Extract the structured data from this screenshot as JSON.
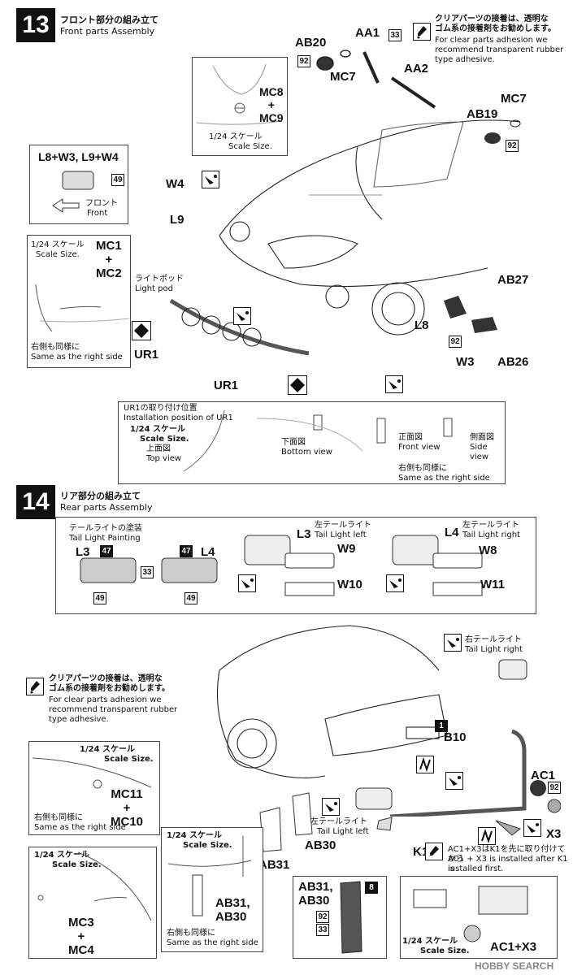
{
  "step13": {
    "number": "13",
    "title_jp": "フロント部分の組み立て",
    "title_en": "Front parts Assembly",
    "clear_note": {
      "jp": [
        "クリアパーツの接着は、透明な",
        "ゴム系の接着剤をお勧めします。"
      ],
      "en": [
        "For clear parts adhesion we",
        "recommend transparent rubber",
        "type adhesive."
      ]
    },
    "parts": {
      "ab20": "AB20",
      "aa1": "AA1",
      "aa2": "AA2",
      "mc7_a": "MC7",
      "mc7_b": "MC7",
      "ab19": "AB19",
      "w4": "W4",
      "l9": "L9",
      "l8": "L8",
      "w3": "W3",
      "ab27": "AB27",
      "ab26": "AB26",
      "ur1_a": "UR1",
      "ur1_b": "UR1"
    },
    "badges": {
      "b92_a": "92",
      "b33": "33",
      "b92_b": "92",
      "b49": "49",
      "b92_c": "92"
    },
    "mc8_box": {
      "line1": "MC8",
      "plus": "+",
      "line2": "MC9",
      "scale_jp": "1/24 スケール",
      "scale_en": "Scale Size."
    },
    "l8w3_box": {
      "title": "L8+W3, L9+W4",
      "front_jp": "フロント",
      "front_en": "Front"
    },
    "mc1_box": {
      "scale_jp": "1/24 スケール",
      "scale_en": "Scale Size.",
      "line1": "MC1",
      "plus": "+",
      "line2": "MC2",
      "note_jp": "右側も同様に",
      "note_en": "Same as the right side"
    },
    "light_pod": {
      "jp": "ライトポッド",
      "en": "Light pod"
    },
    "ur1_box": {
      "title_jp": "UR1の取り付け位置",
      "title_en": "Installation position of UR1",
      "scale_jp": "1/24 スケール",
      "scale_en": "Scale Size.",
      "top_jp": "上面図",
      "top_en": "Top view",
      "bottom_jp": "下面図",
      "bottom_en": "Bottom view",
      "front_jp": "正面図",
      "front_en": "Front view",
      "side_jp": "側面図",
      "side_en": "Side view",
      "same_jp": "右側も同様に",
      "same_en": "Same as the right side"
    }
  },
  "step14": {
    "number": "14",
    "title_jp": "リア部分の組み立て",
    "title_en": "Rear parts Assembly",
    "tail_painting": {
      "jp": "テールライトの塗装",
      "en": "Tail Light Painting",
      "l3": "L3",
      "l4": "L4",
      "b47_a": "47",
      "b47_b": "47",
      "b33": "33",
      "b49_a": "49",
      "b49_b": "49"
    },
    "tail_left": {
      "part": "L3",
      "jp": "左テールライト",
      "en": "Tail Light  left",
      "w_a": "W9",
      "w_b": "W10"
    },
    "tail_right": {
      "part": "L4",
      "jp": "左テールライト",
      "en": "Tail Light  right",
      "w_a": "W8",
      "w_b": "W11"
    },
    "clear_note": {
      "jp": [
        "クリアパーツの接着は、透明な",
        "ゴム系の接着剤をお勧めします。"
      ],
      "en": [
        "For clear parts adhesion we",
        "recommend transparent rubber",
        "type adhesive."
      ]
    },
    "right_tail": {
      "jp": "右テールライト",
      "en": "Tail Light  right"
    },
    "left_tail": {
      "jp": "左テールライト",
      "en": "Tail Light  left"
    },
    "parts": {
      "b10": "B10",
      "ac1": "AC1",
      "x3": "X3",
      "k1": "K1",
      "ab31": "AB31",
      "ab30": "AB30"
    },
    "badges": {
      "b1": "1",
      "b92": "92"
    },
    "k1_note": {
      "jp": "AC1+X3はK1を先に取り付けてから",
      "en": [
        "AC1 + X3 is installed after K1 is",
        "installed first."
      ]
    },
    "mc11_box": {
      "scale_jp": "1/24 スケール",
      "scale_en": "Scale Size.",
      "line1": "MC11",
      "plus": "+",
      "line2": "MC10",
      "note_jp": "右側も同様に",
      "note_en": "Same as the right side"
    },
    "mc3_box": {
      "scale_jp": "1/24 スケール",
      "scale_en": "Scale Size.",
      "line1": "MC3",
      "plus": "+",
      "line2": "MC4"
    },
    "ab31_box": {
      "scale_jp": "1/24 スケール",
      "scale_en": "Scale Size.",
      "line1": "AB31,",
      "line2": "AB30",
      "note_jp": "右側も同様に",
      "note_en": "Same as the right side"
    },
    "mudflap_box": {
      "line1": "AB31,",
      "line2": "AB30",
      "b8": "8",
      "b92": "92",
      "b33": "33"
    },
    "ac1x3_box": {
      "scale_jp": "1/24 スケール",
      "scale_en": "Scale Size.",
      "label": "AC1+X3"
    }
  },
  "watermark": "HOBBY SEARCH"
}
